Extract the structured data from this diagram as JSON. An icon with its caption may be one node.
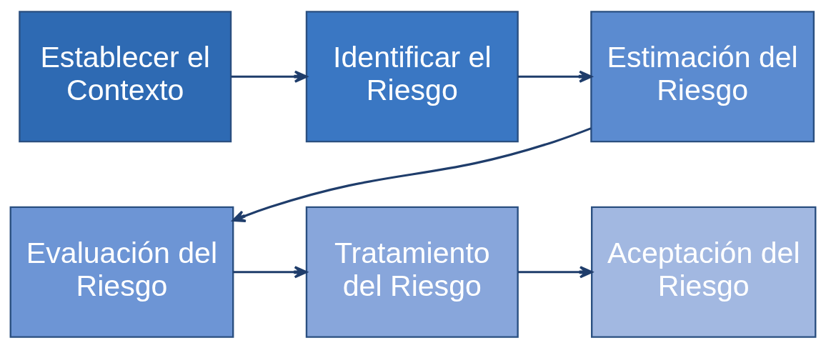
{
  "diagram": {
    "nodes": [
      {
        "text": [
          "Establecer el Contexto"
        ]
      },
      {
        "text": [
          "Identificar el Riesgo"
        ]
      },
      {
        "text": [
          "Estimación del Riesgo"
        ]
      },
      {
        "text": [
          "Evaluación del Riesgo"
        ]
      },
      {
        "text": [
          "Tratamiento del Riesgo"
        ]
      },
      {
        "text": [
          "Aceptación del Riesgo"
        ]
      }
    ],
    "edges": [
      {
        "from": 0,
        "to": 1,
        "arrow": "to"
      },
      {
        "from": 1,
        "to": 2,
        "arrow": "to"
      },
      {
        "from": 2,
        "to": 3,
        "arrow": "to"
      },
      {
        "from": 3,
        "to": 4,
        "arrow": "to"
      },
      {
        "from": 4,
        "to": 5,
        "arrow": "to"
      }
    ]
  }
}
